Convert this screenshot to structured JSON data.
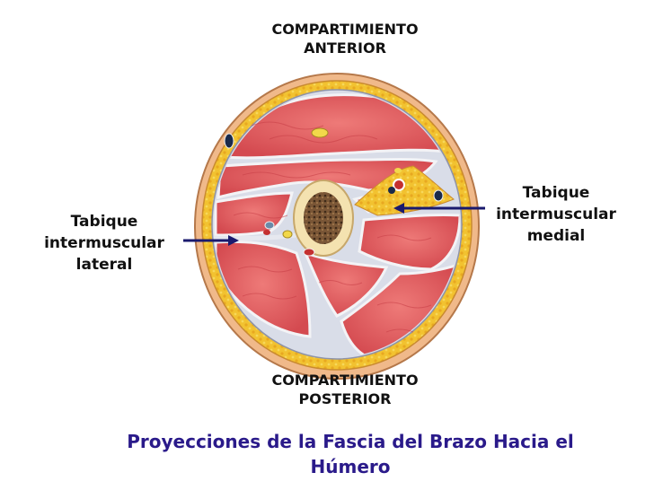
{
  "labels": {
    "anterior": [
      "COMPARTIMIENTO",
      "ANTERIOR"
    ],
    "posterior": [
      "COMPARTIMIENTO",
      "POSTERIOR"
    ],
    "lateral": [
      "Tabique",
      "intermuscular",
      "lateral"
    ],
    "medial": [
      "Tabique",
      "intermuscular",
      "medial"
    ]
  },
  "caption": [
    "Proyecciones de la Fascia del Brazo Hacia el",
    "Húmero"
  ],
  "colors": {
    "skin": "#f0b98a",
    "fat": "#f2c230",
    "muscle": "#e05a5c",
    "fascia": "#d9dde8",
    "bone": "#f4e2b0",
    "marrow": "#6b4a2e",
    "arrow": "#1a1a6e",
    "caption": "#2a1a8a"
  }
}
